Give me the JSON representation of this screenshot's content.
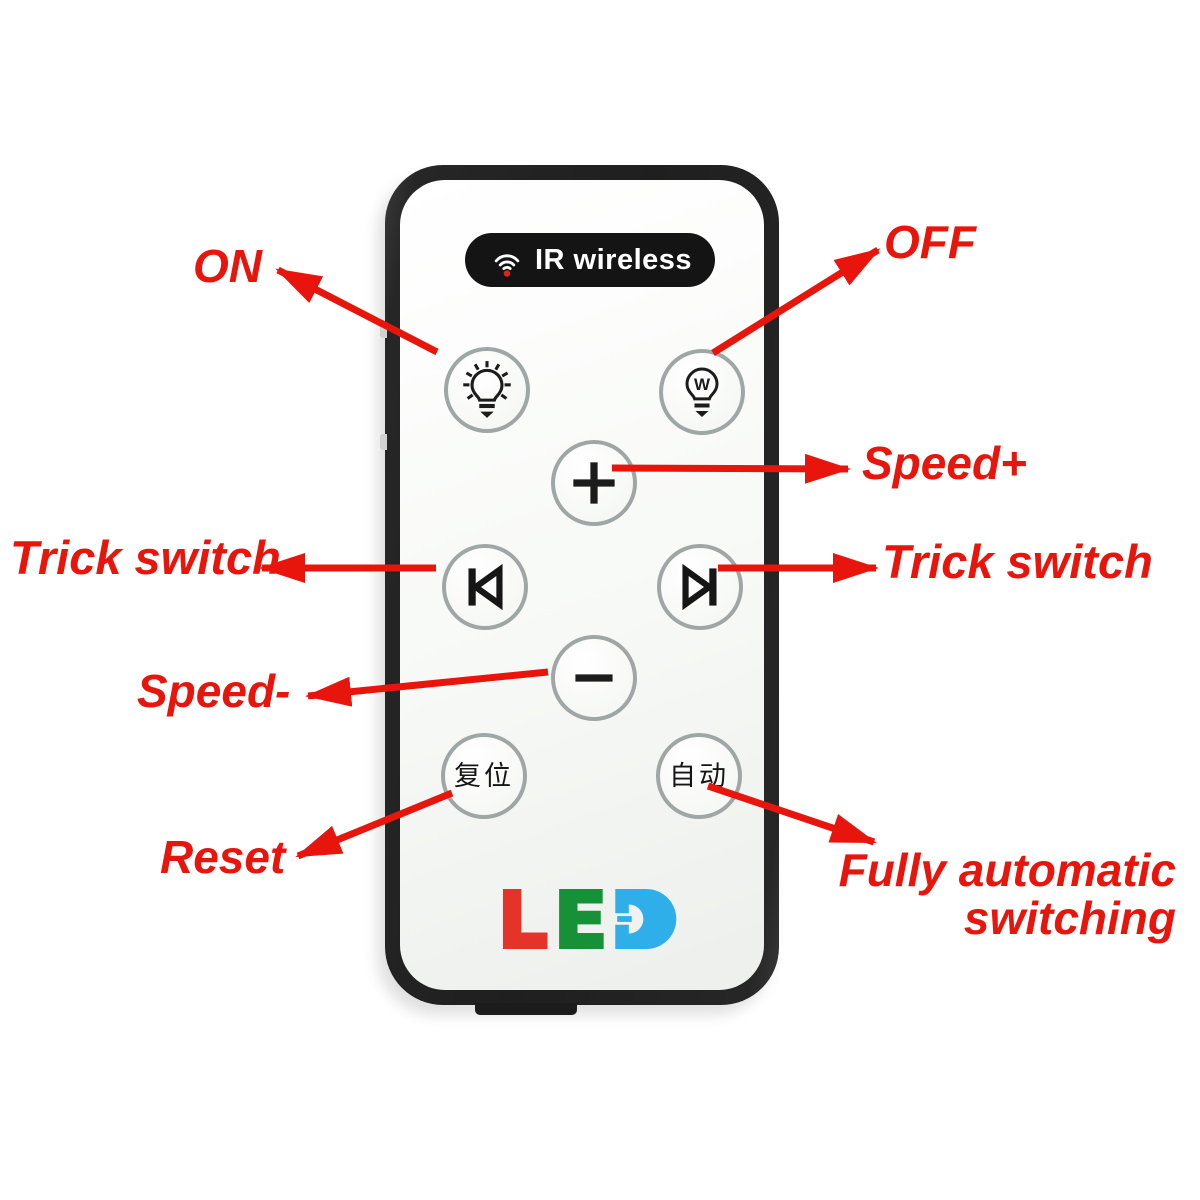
{
  "annotations": {
    "on": "ON",
    "off": "OFF",
    "speed_plus": "Speed+",
    "trick_switch_left": "Trick switch",
    "trick_switch_right": "Trick switch",
    "speed_minus": "Speed-",
    "reset": "Reset",
    "fully_auto_line1": "Fully automatic",
    "fully_auto_line2": "switching"
  },
  "remote": {
    "header": {
      "label": "IR wireless",
      "icon": "wireless-signal-icon"
    },
    "buttons": {
      "power_on_icon": "bulb-on-icon",
      "power_off_icon": "bulb-off-icon",
      "speed_plus_icon": "plus-icon",
      "trick_prev_icon": "skip-previous-icon",
      "trick_next_icon": "skip-next-icon",
      "speed_minus_icon": "minus-icon",
      "reset_label": "复位",
      "auto_label": "自动"
    },
    "logo": {
      "text": "LED"
    }
  },
  "colors": {
    "annotation_red": "#e8150d",
    "body_black": "#1f1f1f",
    "face_white": "#f7f9f6",
    "button_ring_gray": "#9fa6a6",
    "signal_dot_red": "#e02418",
    "logo_l_red": "#e63329",
    "logo_e_green": "#169138",
    "logo_d_blue": "#2fafea"
  }
}
